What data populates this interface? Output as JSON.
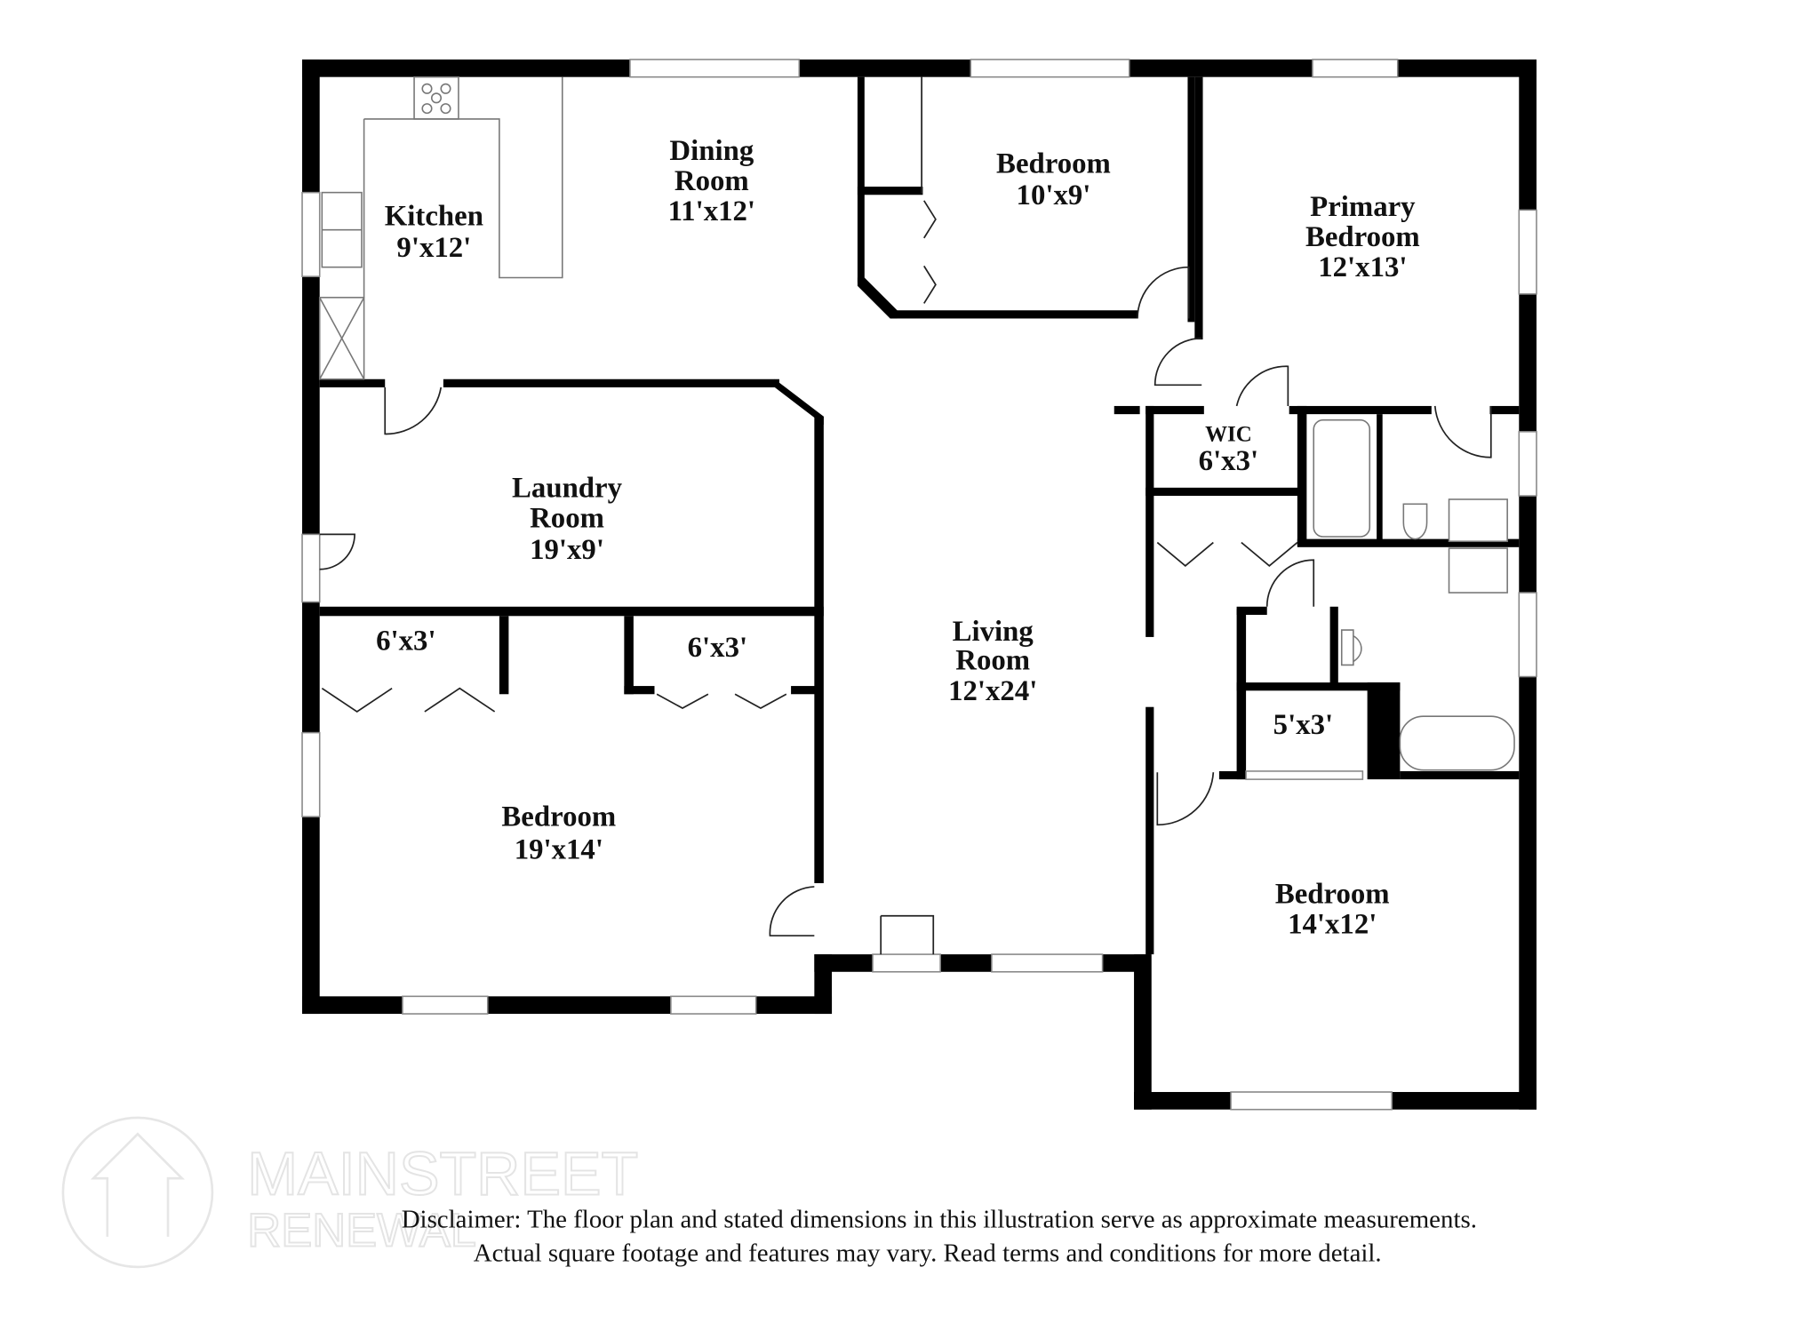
{
  "rooms": [
    {
      "id": "kitchen",
      "name": "Kitchen",
      "size": "9'x12'"
    },
    {
      "id": "dining",
      "name": "Dining Room",
      "line1": "Dining",
      "line2": "Room",
      "size": "11'x12'"
    },
    {
      "id": "bedroom-top",
      "name": "Bedroom",
      "size": "10'x9'"
    },
    {
      "id": "primary",
      "line1": "Primary",
      "line2": "Bedroom",
      "size": "12'x13'"
    },
    {
      "id": "laundry",
      "line1": "Laundry",
      "line2": "Room",
      "size": "19'x9'"
    },
    {
      "id": "wic",
      "name": "WIC",
      "size": "6'x3'"
    },
    {
      "id": "living",
      "line1": "Living",
      "line2": "Room",
      "size": "12'x24'"
    },
    {
      "id": "closet-left",
      "size": "6'x3'"
    },
    {
      "id": "closet-mid",
      "size": "6'x3'"
    },
    {
      "id": "bedroom-left",
      "name": "Bedroom",
      "size": "19'x14'"
    },
    {
      "id": "closet-right",
      "size": "5'x3'"
    },
    {
      "id": "bedroom-right",
      "name": "Bedroom",
      "size": "14'x12'"
    }
  ],
  "watermark": {
    "line1": "MAINSTREET",
    "line2": "RENEWAL"
  },
  "disclaimer": {
    "line1": "Disclaimer: The floor plan and stated dimensions in this illustration serve as approximate measurements.",
    "line2": "Actual square footage and features may vary. Read terms and conditions for more detail."
  }
}
